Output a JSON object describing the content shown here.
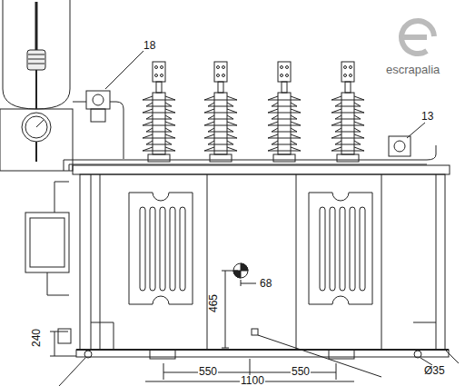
{
  "diagram": {
    "labels": [
      "18",
      "13",
      "escrapalia",
      "68",
      "465",
      "240",
      "550",
      "1100",
      "550",
      "Ø35"
    ]
  }
}
